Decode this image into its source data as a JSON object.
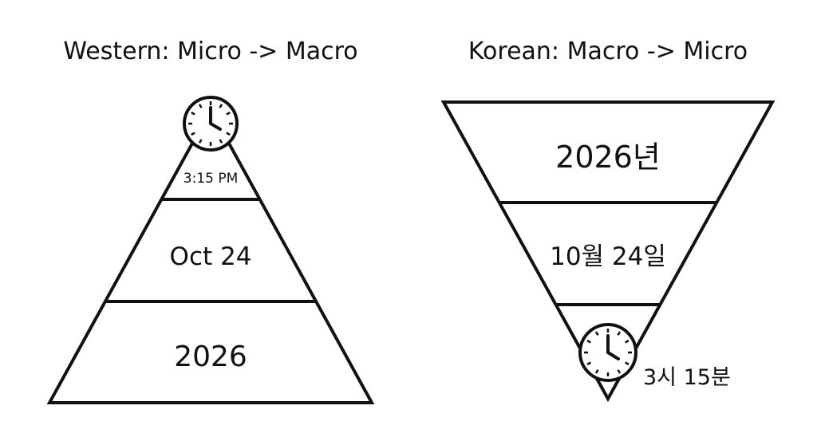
{
  "western": {
    "title": "Western: Micro -> Macro",
    "levels": [
      "3:15 PM",
      "Oct 24",
      "2026"
    ],
    "icon": "clock-icon"
  },
  "korean": {
    "title": "Korean: Macro -> Micro",
    "levels": [
      "2026년",
      "10월 24일",
      "3시 15분"
    ],
    "icon": "clock-icon"
  },
  "colors": {
    "stroke": "#111111",
    "background": "#ffffff"
  }
}
